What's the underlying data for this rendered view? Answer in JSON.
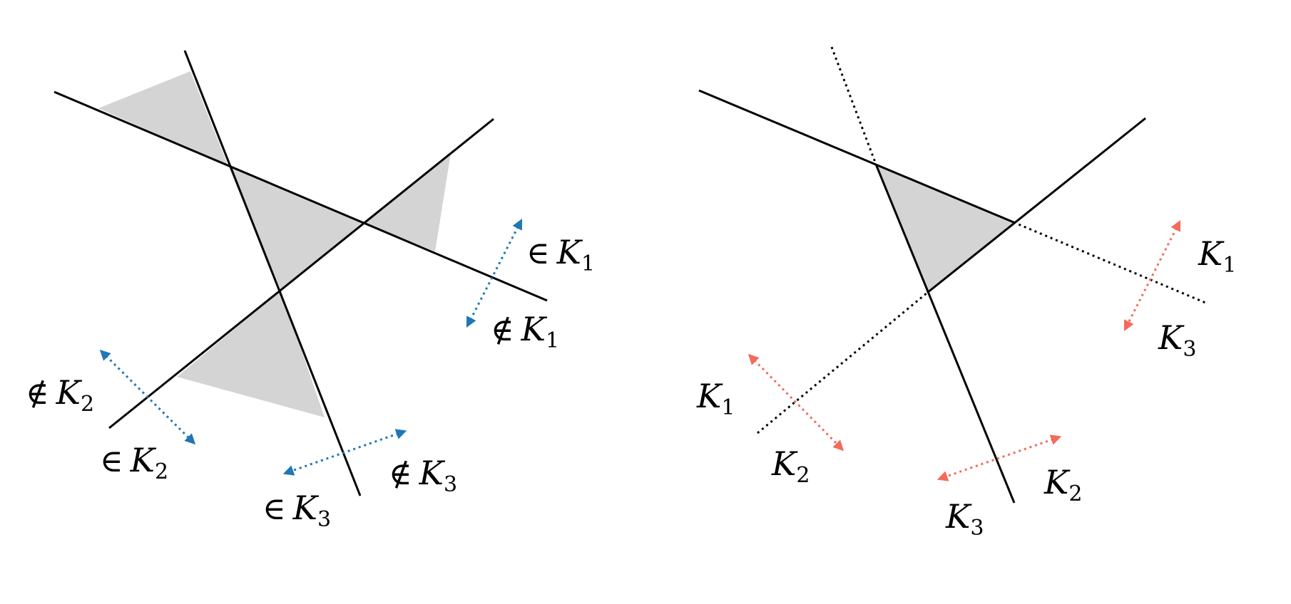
{
  "colors": {
    "line": "#000000",
    "region_fill": "#d4d4d4",
    "arrow_left_panel": "#1f77b4",
    "arrow_right_panel": "#f26b5b"
  },
  "left_panel": {
    "labels": [
      {
        "id": "in-k1",
        "prefix": "∈",
        "var": "K",
        "sub": "1"
      },
      {
        "id": "notin-k1",
        "prefix": "∉",
        "var": "K",
        "sub": "1"
      },
      {
        "id": "notin-k2",
        "prefix": "∉",
        "var": "K",
        "sub": "2"
      },
      {
        "id": "in-k2",
        "prefix": "∈",
        "var": "K",
        "sub": "2"
      },
      {
        "id": "in-k3",
        "prefix": "∈",
        "var": "K",
        "sub": "3"
      },
      {
        "id": "notin-k3",
        "prefix": "∉",
        "var": "K",
        "sub": "3"
      }
    ]
  },
  "right_panel": {
    "labels": [
      {
        "id": "r-k1-top",
        "prefix": "",
        "var": "K",
        "sub": "1"
      },
      {
        "id": "r-k3-right",
        "prefix": "",
        "var": "K",
        "sub": "3"
      },
      {
        "id": "r-k1-left",
        "prefix": "",
        "var": "K",
        "sub": "1"
      },
      {
        "id": "r-k2-left",
        "prefix": "",
        "var": "K",
        "sub": "2"
      },
      {
        "id": "r-k3-bottom",
        "prefix": "",
        "var": "K",
        "sub": "3"
      },
      {
        "id": "r-k2-bottom",
        "prefix": "",
        "var": "K",
        "sub": "2"
      }
    ]
  }
}
